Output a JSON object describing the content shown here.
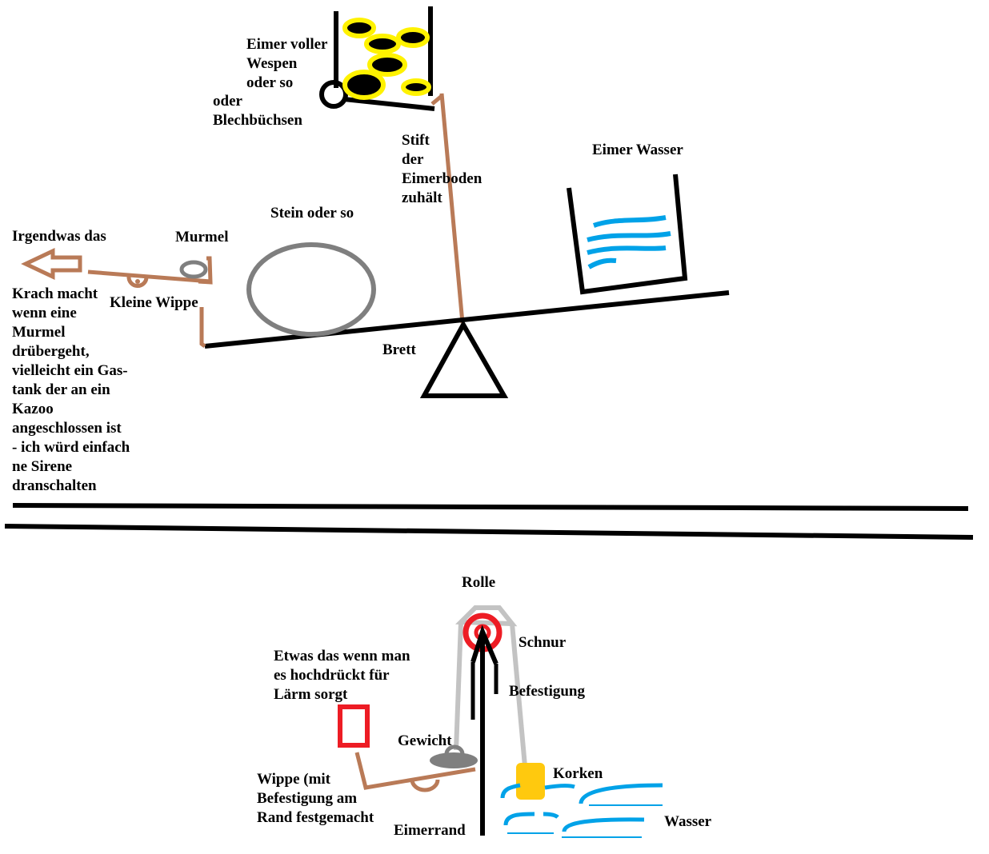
{
  "labels": {
    "bucket_wasps": "Eimer voller\nWespen\noder so",
    "tin_cans": "oder\nBlechbüchsen",
    "pin": "Stift\nder\nEimerboden\nzuhält",
    "water_bucket": "Eimer Wasser",
    "stone": "Stein oder so",
    "noise_thing_top": "Irgendwas das",
    "marble": "Murmel",
    "noise_thing_rest": "Krach macht\nwenn eine\nMurmel\ndrübergeht,\nvielleicht ein Gas-\ntank der an ein\nKazoo\nangeschlossen ist\n- ich würd einfach\nne Sirene\ndranschalten",
    "small_seesaw": "Kleine Wippe",
    "board": "Brett",
    "pulley": "Rolle",
    "string": "Schnur",
    "noise_device": "Etwas das wenn man\nes hochdrückt für\nLärm sorgt",
    "mounting": "Befestigung",
    "weight": "Gewicht",
    "cork": "Korken",
    "seesaw_attached": "Wippe (mit\nBefestigung am\nRand festgemacht",
    "bucket_rim": "Eimerrand",
    "water": "Wasser"
  },
  "colors": {
    "ink": "#000000",
    "wood": "#b97a57",
    "stone": "#7f7f7f",
    "wasp_yellow": "#fff200",
    "water_blue": "#00a2e8",
    "pulley_red": "#ed1c24",
    "string_grey": "#c3c3c3",
    "cork_yellow": "#ffc90e",
    "weight_grey": "#7f7f7f"
  }
}
